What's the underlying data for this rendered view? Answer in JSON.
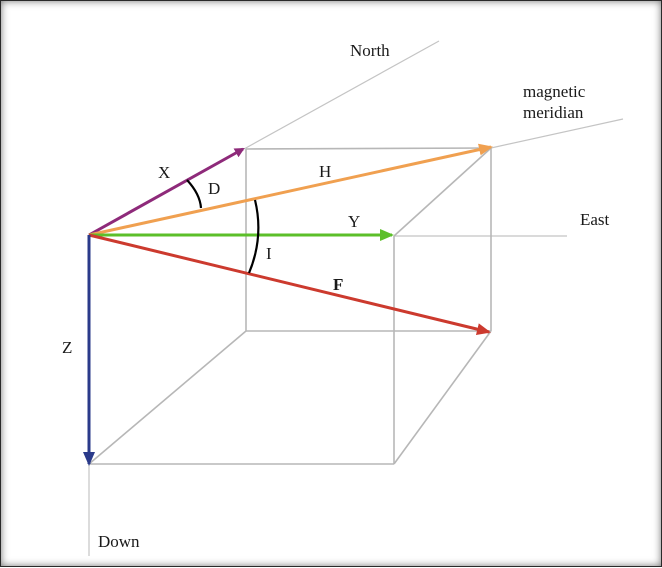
{
  "labels": {
    "north": "North",
    "magnetic_meridian_line1": "magnetic",
    "magnetic_meridian_line2": "meridian",
    "east": "East",
    "down": "Down",
    "x": "X",
    "d": "D",
    "h": "H",
    "y": "Y",
    "i": "I",
    "f": "F",
    "z": "Z"
  },
  "colors": {
    "x_vector": "#8e2a7a",
    "h_vector": "#f0a050",
    "y_vector": "#5cbf2a",
    "f_vector": "#cc3a2e",
    "z_vector": "#2a3a8a"
  }
}
